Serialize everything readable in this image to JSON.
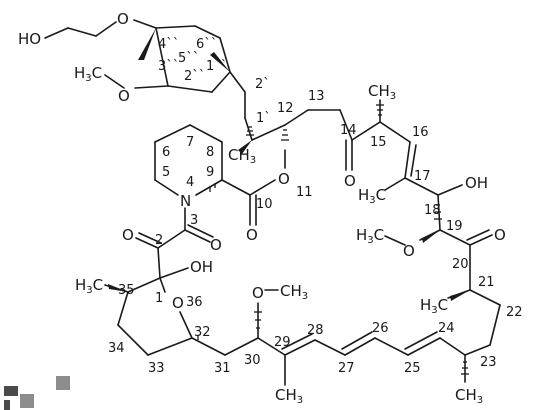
{
  "molecule": {
    "atom_labels": {
      "ho_hydroxyethyl": "HO",
      "o_ether_top": "O",
      "methoxy_c3pp": "H3C",
      "o_methoxy_c3pp": "O",
      "ch3_c1p": "CH3",
      "ch3_c15": "CH3",
      "ch3_c17": "H3C",
      "oh_c18": "OH",
      "o_ketone_c14": "O",
      "o_ring_11": "O",
      "o_carbonyl_c10": "O",
      "n_4": "N",
      "o_ketone_c2": "O",
      "o_amide_c3": "O",
      "oh_c1": "OH",
      "ch3_c35": "H3C",
      "o_ring_36": "O",
      "o_methoxy_c30": "O",
      "ch3_methoxy_c30": "CH3",
      "methoxy_c19": "H3C",
      "o_methoxy_c19": "O",
      "o_ketone_c20": "O",
      "ch3_c21": "H3C",
      "ch3_c29": "CH3",
      "ch3_c23": "CH3"
    },
    "locants": {
      "c4pp": "4``",
      "c5pp": "5``",
      "c6pp": "6``",
      "c3pp": "3``",
      "c2pp": "2``",
      "c1pp": "1``",
      "c2p": "2`",
      "c1p": "1`",
      "c12": "12",
      "c13": "13",
      "c14": "14",
      "c15": "15",
      "c16": "16",
      "c17": "17",
      "c18": "18",
      "c19": "19",
      "c20": "20",
      "c21": "21",
      "c22": "22",
      "c23": "23",
      "c24": "24",
      "c25": "25",
      "c26": "26",
      "c27": "27",
      "c28": "28",
      "c29": "29",
      "c30": "30",
      "c31": "31",
      "c32": "32",
      "c33": "33",
      "c34": "34",
      "c35": "35",
      "c1": "1",
      "c2": "2",
      "c3": "3",
      "n4": "4",
      "c5": "5",
      "c6": "6",
      "c7": "7",
      "c8": "8",
      "c9": "9",
      "c10": "10",
      "o11": "11",
      "o36": "36"
    }
  }
}
